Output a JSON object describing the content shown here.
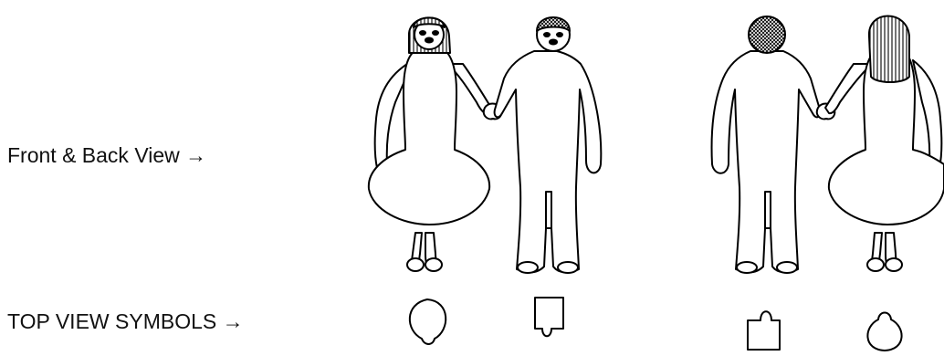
{
  "labels": {
    "front_back": "Front & Back View →",
    "top_view": "TOP VIEW SYMBOLS →"
  },
  "figures": [
    {
      "name": "woman-front",
      "hair_pattern": "vertical-stripes"
    },
    {
      "name": "man-front",
      "hair_pattern": "crosshatch"
    },
    {
      "name": "man-back",
      "hair_pattern": "crosshatch"
    },
    {
      "name": "woman-back",
      "hair_pattern": "vertical-stripes"
    }
  ],
  "top_view_symbols": [
    {
      "name": "woman-front-top-symbol",
      "shape": "circle-with-notch-bottom"
    },
    {
      "name": "man-front-top-symbol",
      "shape": "square-with-notch-bottom"
    },
    {
      "name": "man-back-top-symbol",
      "shape": "square-with-bump-top"
    },
    {
      "name": "woman-back-top-symbol",
      "shape": "circle-with-bump-top"
    }
  ],
  "colors": {
    "stroke": "#000000",
    "fill": "#ffffff",
    "text": "#111111"
  }
}
